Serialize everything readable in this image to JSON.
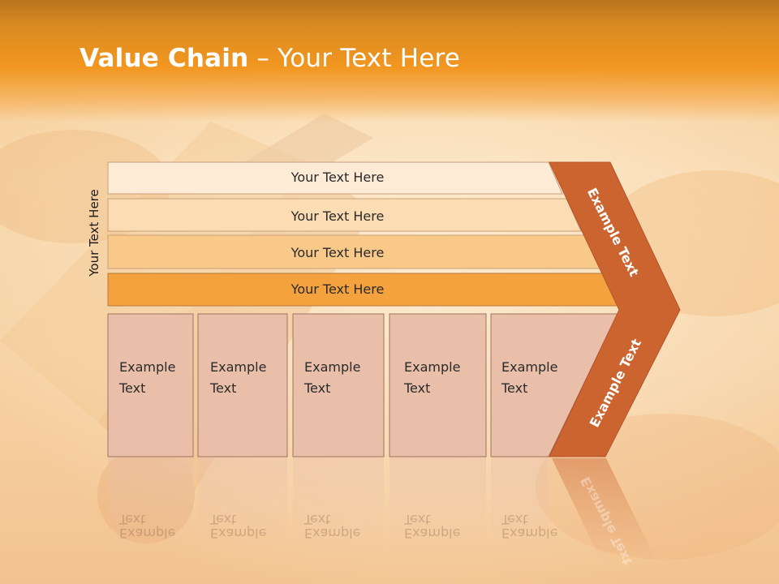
{
  "title": {
    "bold": "Value Chain",
    "rest": " – Your Text Here"
  },
  "side_label": "Your Text Here",
  "bars": [
    {
      "label": "Your Text Here",
      "fill": "#fdebd6"
    },
    {
      "label": "Your Text Here",
      "fill": "#fcdcb2"
    },
    {
      "label": "Your Text Here",
      "fill": "#f9c98a"
    },
    {
      "label": "Your Text Here",
      "fill": "#f4a23d"
    }
  ],
  "boxes": [
    {
      "line1": "Example",
      "line2": "Text"
    },
    {
      "line1": "Example",
      "line2": "Text"
    },
    {
      "line1": "Example",
      "line2": "Text"
    },
    {
      "line1": "Example",
      "line2": "Text"
    },
    {
      "line1": "Example",
      "line2": "Text"
    }
  ],
  "chevron": {
    "upper": "Example Text",
    "lower": "Example Text",
    "fill": "#cc6430"
  },
  "colors": {
    "title_band": "#f2961f",
    "box_fill": "#e9bfaa",
    "box_stroke": "#a07460"
  }
}
